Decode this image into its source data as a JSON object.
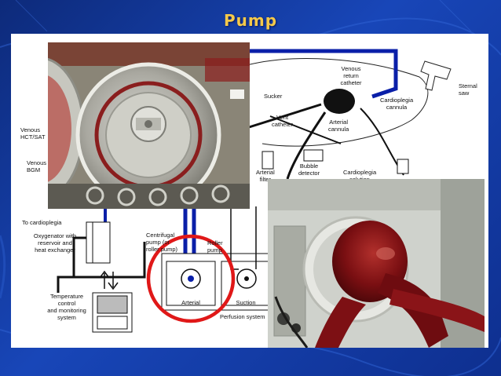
{
  "slide": {
    "title": "Pump"
  },
  "diagram": {
    "labels": {
      "venous_hct": "Venous\nHCT/SAT",
      "venous_bgm": "Venous\nBGM",
      "venous_return_catheter": "Venous\nreturn\ncatheter",
      "sucker": "Sucker",
      "vent_catheter": "Vent\ncatheter",
      "arterial_cannula": "Arterial\ncannula",
      "cardioplegia_cannula": "Cardioplegia\ncannula",
      "sternal_saw": "Sternal\nsaw",
      "arterial_filter": "Arterial\nfilter",
      "bubble_detector": "Bubble\ndetector",
      "cardioplegia_solution": "Cardioplegia\nsolution",
      "to_cardioplegia": "To cardioplegia",
      "oxygenator": "Oxygenator with\nreservoir and\nheat exchanger",
      "centrifugal_pump": "Centrifugal\npump (or\nroller pump)",
      "roller_pump": "Roller\npump",
      "arterial": "Arterial",
      "suction": "Suction",
      "perfusion_system": "Perfusion system",
      "temperature_control": "Temperature\ncontrol\nand monitoring\nsystem"
    }
  },
  "colors": {
    "title": "#f4c94a",
    "tubing_blue": "#0a1fa8",
    "highlight_circle": "#e01818",
    "blood_red": "#7a0f12"
  }
}
